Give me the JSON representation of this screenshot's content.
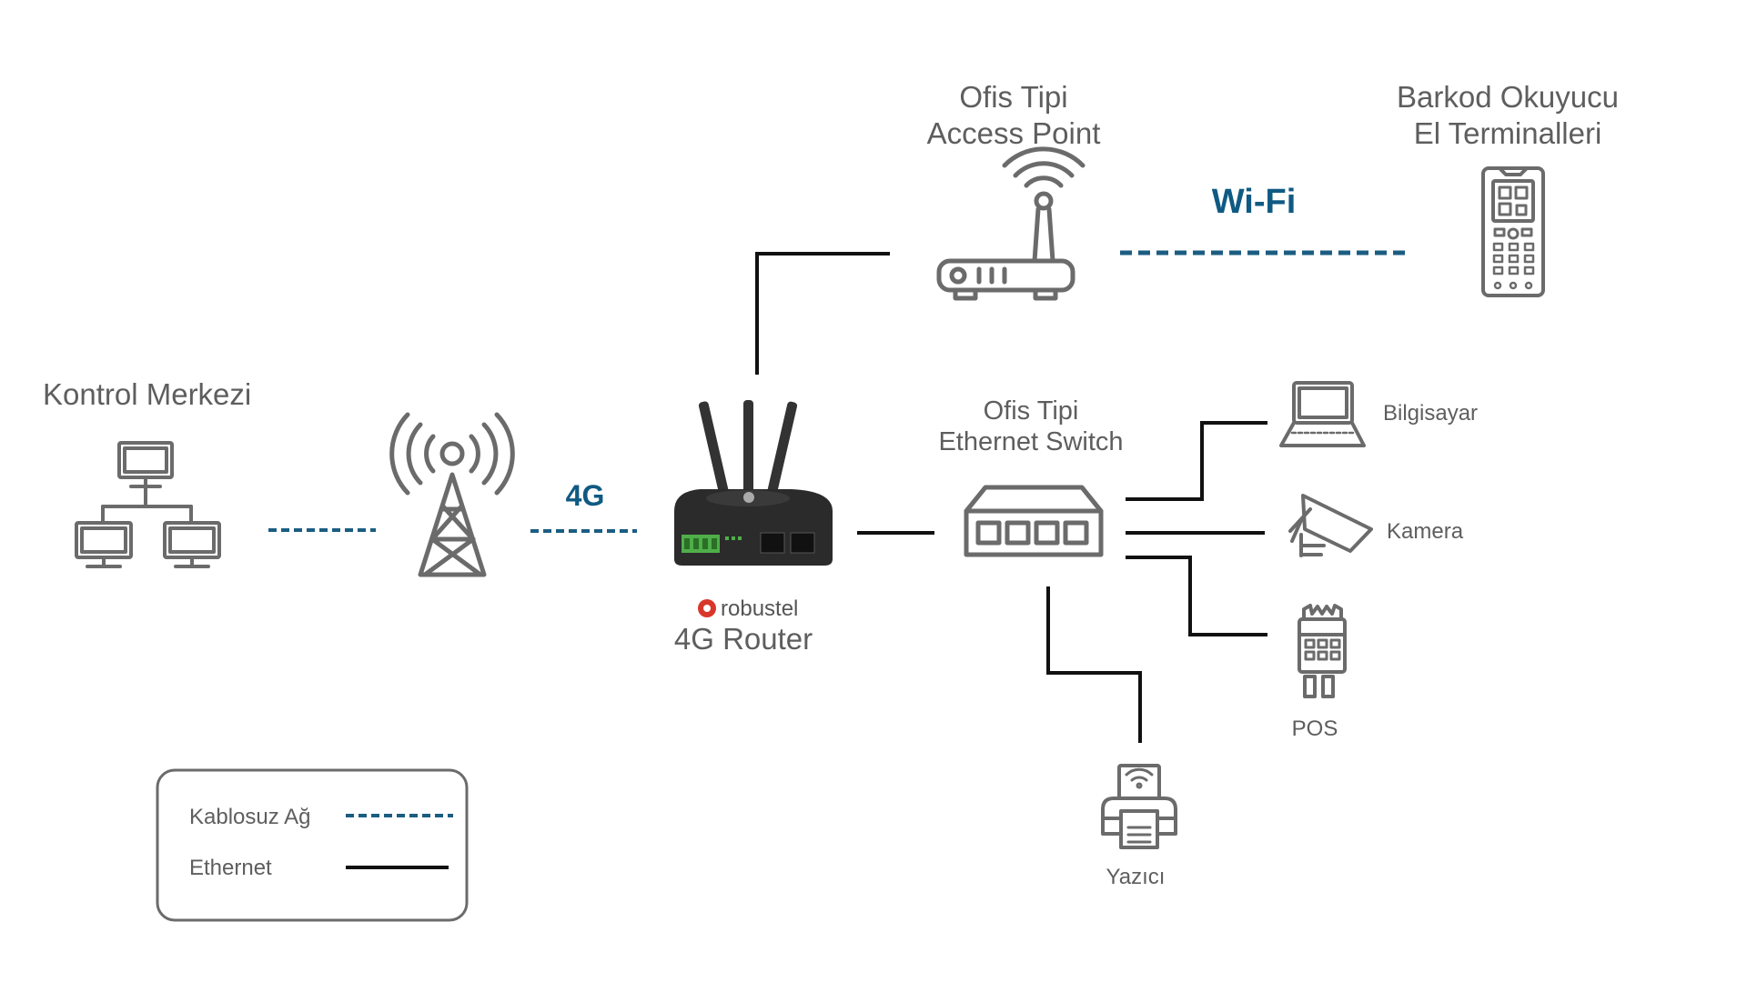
{
  "nodes": {
    "control_center": "Kontrol Merkezi",
    "access_point": [
      "Ofis Tipi",
      "Access Point"
    ],
    "barcode": [
      "Barkod Okuyucu",
      "El Terminalleri"
    ],
    "switch": [
      "Ofis Tipi",
      "Ethernet Switch"
    ],
    "router": "4G Router",
    "router_brand": "robustel",
    "computer": "Bilgisayar",
    "camera": "Kamera",
    "pos": "POS",
    "printer": "Yazıcı"
  },
  "links": {
    "cellular": "4G",
    "wifi": "Wi-Fi"
  },
  "legend": {
    "wireless": "Kablosuz Ağ",
    "ethernet": "Ethernet"
  },
  "colors": {
    "wireless_line": "#1b5d82",
    "ethernet_line": "#111111",
    "icon_gray": "#6b6b6b",
    "label_gray": "#5e5e5e",
    "blue_label": "#0f5a83",
    "router_body": "#2b2b2b",
    "terminal_green": "#4fae4a",
    "brand_red": "#d9362b"
  },
  "icons": [
    "network-computers-icon",
    "cell-tower-icon",
    "router-icon",
    "access-point-icon",
    "barcode-terminal-icon",
    "ethernet-switch-icon",
    "laptop-icon",
    "camera-icon",
    "pos-terminal-icon",
    "printer-icon"
  ]
}
